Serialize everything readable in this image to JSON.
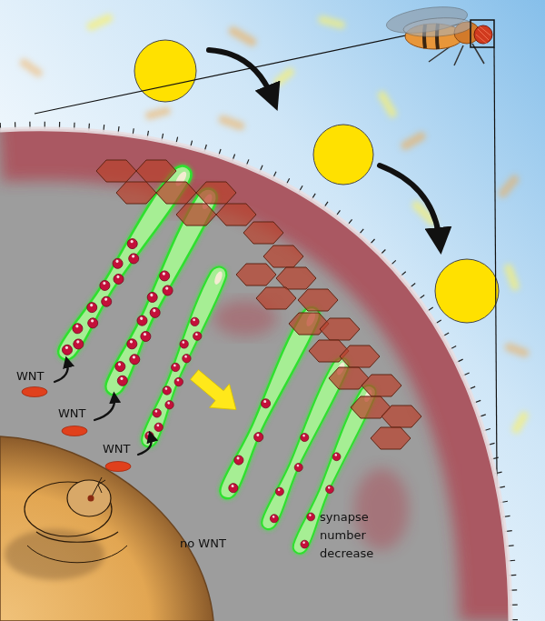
{
  "diagram": {
    "labels": [
      "WNT",
      "WNT",
      "WNT",
      "no WNT",
      "synapse number decrease"
    ]
  }
}
